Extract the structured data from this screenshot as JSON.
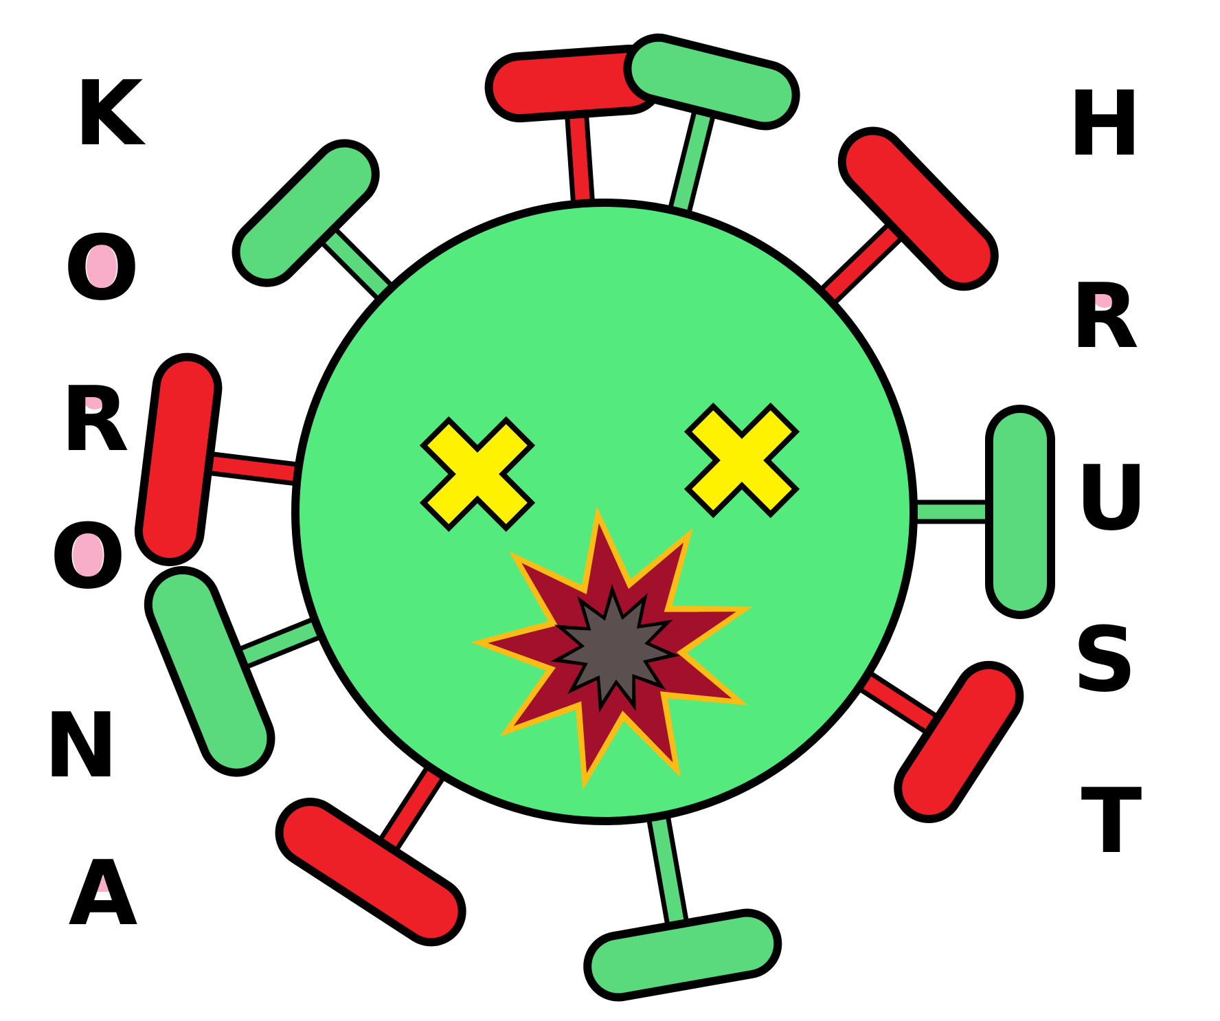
{
  "left_word": {
    "letters": [
      "K",
      "O",
      "R",
      "O",
      "N",
      "A"
    ]
  },
  "right_word": {
    "letters": [
      "H",
      "R",
      "U",
      "S",
      "T"
    ]
  },
  "colors": {
    "virus_body": "#55ea7e",
    "spike_green": "#5ad97d",
    "spike_red": "#ed1f27",
    "eyes": "#fff200",
    "mouth_outer": "#fbbd15",
    "mouth_mid": "#a2102c",
    "mouth_inner": "#5b4f4f",
    "letter_accent": "#f8adc8",
    "outline": "#000000"
  },
  "icons": {
    "virus": "virus-icon",
    "eye_left": "x-eye-icon",
    "eye_right": "x-eye-icon",
    "mouth": "explosion-mouth-icon"
  }
}
